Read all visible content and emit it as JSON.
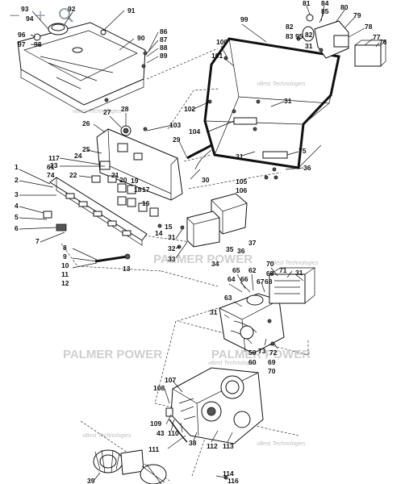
{
  "toolbar": {
    "zoom_out_symbol": "−",
    "zoom_in_symbol": "+",
    "search_icon": "magnifier-icon"
  },
  "watermarks": {
    "brand": "PALMER POWER",
    "tag": "vBest Technologies"
  },
  "callouts": {
    "tank_group": [
      "93",
      "92",
      "91",
      "96",
      "97",
      "98",
      "94",
      "90",
      "86",
      "87",
      "88",
      "89"
    ],
    "frame_group": [
      "99",
      "100",
      "101",
      "102",
      "103",
      "104",
      "31",
      "75",
      "36",
      "105",
      "106"
    ],
    "muffler_group": [
      "81",
      "84",
      "85",
      "80",
      "79",
      "78",
      "76",
      "77",
      "82",
      "83",
      "95",
      "31"
    ],
    "panel_group": [
      "28",
      "27",
      "26",
      "29",
      "30",
      "117",
      "23",
      "24",
      "25",
      "22",
      "21",
      "20",
      "19",
      "18",
      "17",
      "16",
      "15",
      "14"
    ],
    "panel_left": [
      "1",
      "61",
      "74",
      "2",
      "3",
      "4",
      "5",
      "6",
      "7"
    ],
    "panel_bottom": [
      "8",
      "9",
      "10",
      "11",
      "12",
      "13",
      "31",
      "32",
      "33",
      "34",
      "35",
      "36",
      "37"
    ],
    "engine_group": [
      "65",
      "62",
      "70",
      "71",
      "64",
      "66",
      "67",
      "68",
      "69",
      "31",
      "63",
      "59",
      "60",
      "72",
      "73",
      "69",
      "70"
    ],
    "lower_group": [
      "107",
      "108",
      "109",
      "43",
      "110",
      "111",
      "38",
      "112",
      "113",
      "39",
      "114",
      "116"
    ]
  }
}
